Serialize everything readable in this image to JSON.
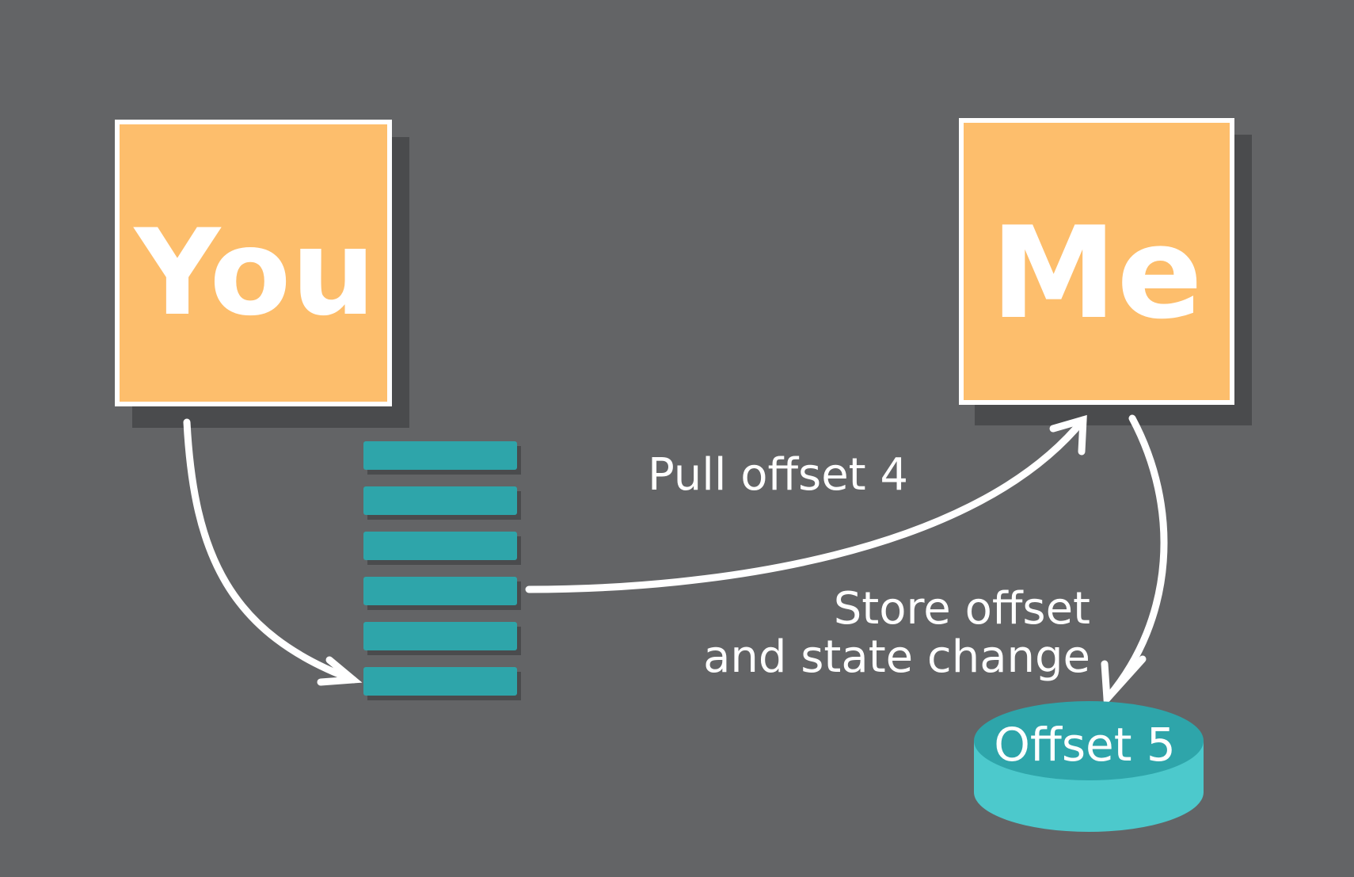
{
  "nodes": {
    "you": {
      "label": "You"
    },
    "me": {
      "label": "Me"
    },
    "store": {
      "label": "Offset 5"
    }
  },
  "edges": {
    "pull": {
      "label": "Pull offset 4"
    },
    "store_line1": {
      "label": "Store offset"
    },
    "store_line2": {
      "label": "and state change"
    }
  },
  "queue": {
    "item_count": 6
  },
  "colors": {
    "background": "#636466",
    "box_fill": "#fdbe6c",
    "box_border": "#ffffff",
    "queue_item": "#2ea5aa",
    "cylinder_top": "#2ea5aa",
    "cylinder_body": "#4cc9cc",
    "text": "#ffffff"
  }
}
